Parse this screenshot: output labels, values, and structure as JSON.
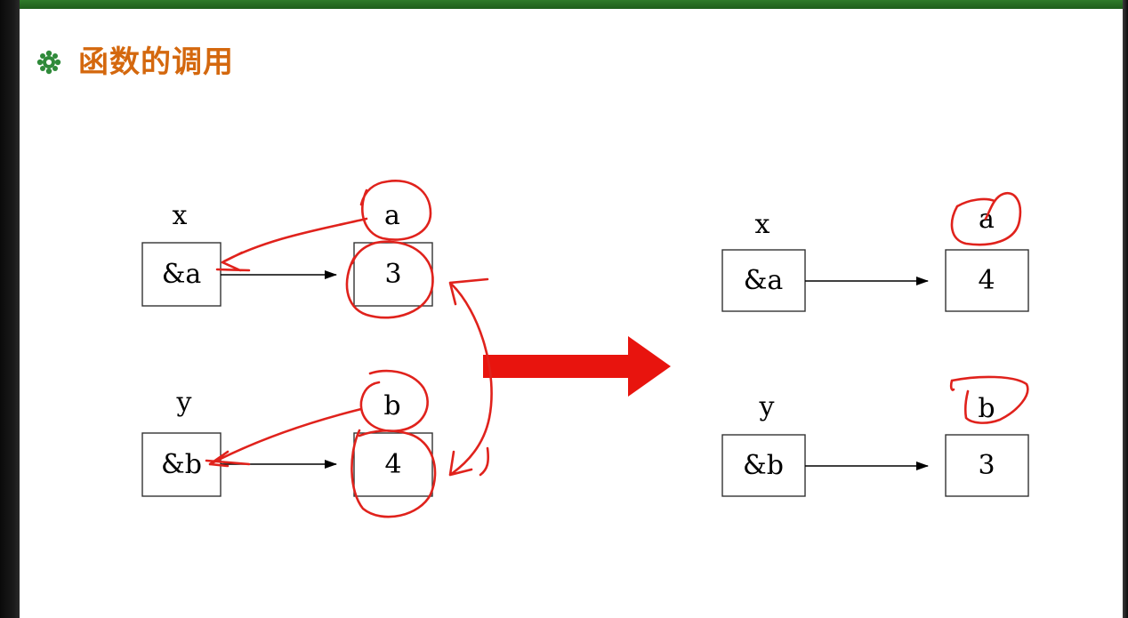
{
  "slide": {
    "title": "函数的调用"
  },
  "before": {
    "pointer_x": {
      "name": "x",
      "value": "&a"
    },
    "pointer_y": {
      "name": "y",
      "value": "&b"
    },
    "var_a": {
      "name": "a",
      "value": "3"
    },
    "var_b": {
      "name": "b",
      "value": "4"
    }
  },
  "after": {
    "pointer_x": {
      "name": "x",
      "value": "&a"
    },
    "pointer_y": {
      "name": "y",
      "value": "&b"
    },
    "var_a": {
      "name": "a",
      "value": "4"
    },
    "var_b": {
      "name": "b",
      "value": "3"
    }
  },
  "colors": {
    "title": "#d4680e",
    "transition_arrow": "#e8140e",
    "annotation_ink": "#e0221c",
    "top_bar": "#2f7a2a"
  }
}
